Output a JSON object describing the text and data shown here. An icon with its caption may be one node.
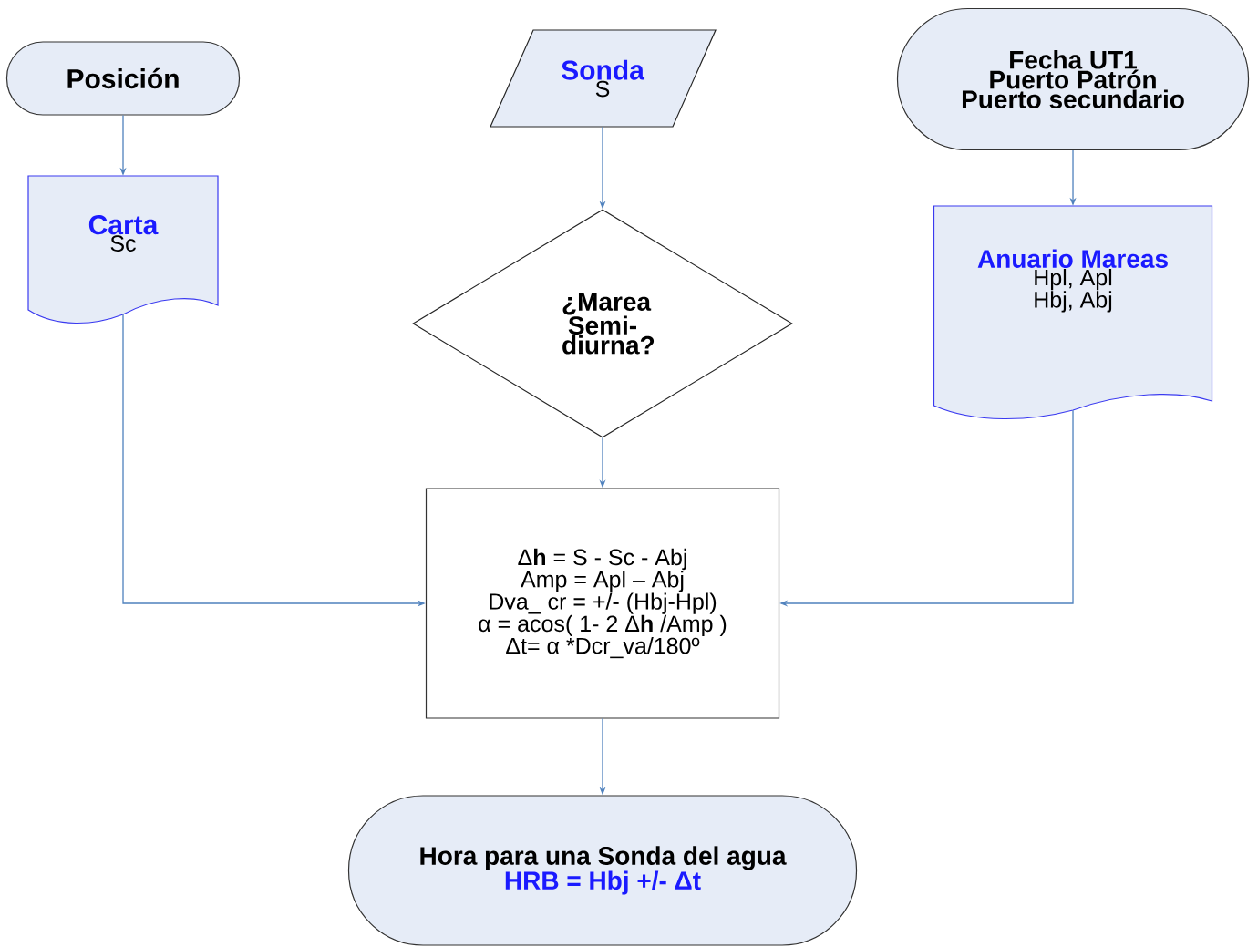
{
  "diagram": {
    "nodes": [
      {
        "text": [
          "Posición"
        ]
      },
      {
        "text": [
          "Carta",
          "Sc"
        ]
      },
      {
        "text": [
          "Sonda",
          "S"
        ]
      },
      {
        "text": [
          "¿Marea Semi-diurna?"
        ]
      },
      {
        "text": [
          "Fecha UT1",
          "Puerto Patrón",
          "Puerto secundario"
        ]
      },
      {
        "text": [
          "Anuario Mareas",
          "Hpl, Apl",
          "Hbj, Abj"
        ]
      },
      {
        "text": [
          "Δ**h** = S - Sc - Abj",
          "Amp = Apl – Abj",
          "Dva_ cr = +/- (Hbj-Hpl)",
          "α = acos( 1- 2 Δ**h** /Amp )",
          "Δt= α *Dcr_va/180º"
        ]
      },
      {
        "text": [
          "Hora para una Sonda del agua",
          "HRB = Hbj +/- Δt"
        ]
      }
    ],
    "edges": [
      {
        "from": 0,
        "to": 1,
        "arrow": "to"
      },
      {
        "from": 2,
        "to": 3,
        "arrow": "to"
      },
      {
        "from": 4,
        "to": 5,
        "arrow": "to"
      },
      {
        "from": 3,
        "to": 6,
        "arrow": "to"
      },
      {
        "from": 1,
        "to": 6,
        "arrow": "to"
      },
      {
        "from": 5,
        "to": 6,
        "arrow": "to"
      },
      {
        "from": 6,
        "to": 7,
        "arrow": "to"
      }
    ]
  }
}
